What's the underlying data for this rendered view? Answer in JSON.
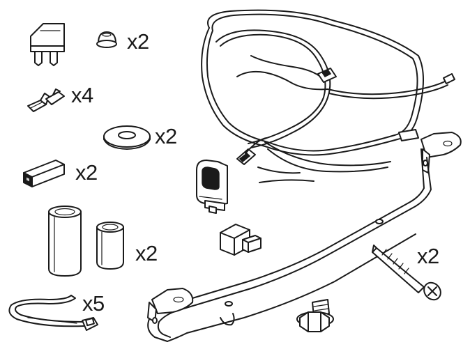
{
  "parts": [
    {
      "id": "fuse",
      "quantity_label": ""
    },
    {
      "id": "cap",
      "quantity_label": "x2"
    },
    {
      "id": "wire-terminal",
      "quantity_label": "x4"
    },
    {
      "id": "washer",
      "quantity_label": "x2"
    },
    {
      "id": "connector-block",
      "quantity_label": "x2"
    },
    {
      "id": "spacer-tubes",
      "quantity_label": "x2"
    },
    {
      "id": "cable-tie",
      "quantity_label": "x5"
    },
    {
      "id": "wiring-harness",
      "quantity_label": ""
    },
    {
      "id": "rocker-switch",
      "quantity_label": ""
    },
    {
      "id": "relay",
      "quantity_label": ""
    },
    {
      "id": "mounting-bracket",
      "quantity_label": ""
    },
    {
      "id": "wood-screw",
      "quantity_label": "x2"
    },
    {
      "id": "flange-bolt",
      "quantity_label": ""
    }
  ],
  "labels": {
    "cap_qty": "x2",
    "terminal_qty": "x4",
    "washer_qty": "x2",
    "block_qty": "x2",
    "tubes_qty": "x2",
    "tie_qty": "x5",
    "screw_qty": "x2"
  }
}
